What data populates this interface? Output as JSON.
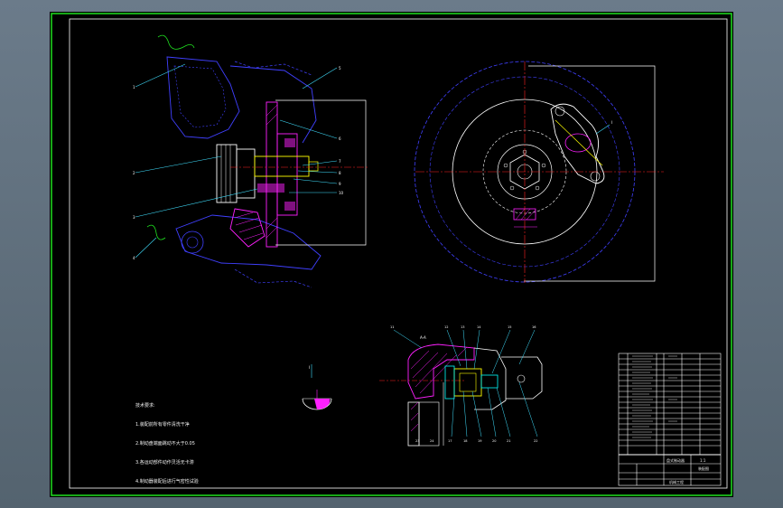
{
  "drawing": {
    "notes": [
      "技术要求:",
      "1.装配前所有零件清洗干净",
      "2.制动盘端面跳动不大于0.05",
      "3.各运动部件动作灵活无卡滞",
      "4.制动器装配后进行气密性试验"
    ],
    "title_block": {
      "name": "盘式制动器",
      "scale": "1:1",
      "sheet": "装配图",
      "school": "机械工程"
    },
    "balloons": {
      "left": [
        "1",
        "2",
        "3",
        "4",
        "5",
        "6",
        "7",
        "8",
        "9",
        "10"
      ],
      "bottom": [
        "11",
        "12",
        "13",
        "14",
        "15",
        "16",
        "17",
        "18",
        "19",
        "20",
        "21",
        "22",
        "23",
        "24"
      ]
    },
    "section_label": "A-A",
    "detail_label": "I"
  },
  "colors": {
    "frame_outer": "#1fe01f",
    "frame_inner": "#ffffff",
    "part_blue": "#4040ff",
    "part_white": "#ffffff",
    "part_magenta": "#ff20ff",
    "part_cyan": "#00ffff",
    "part_yellow": "#ffff00",
    "center_red": "#ff2020",
    "leader_cyan": "#40e0ff"
  }
}
